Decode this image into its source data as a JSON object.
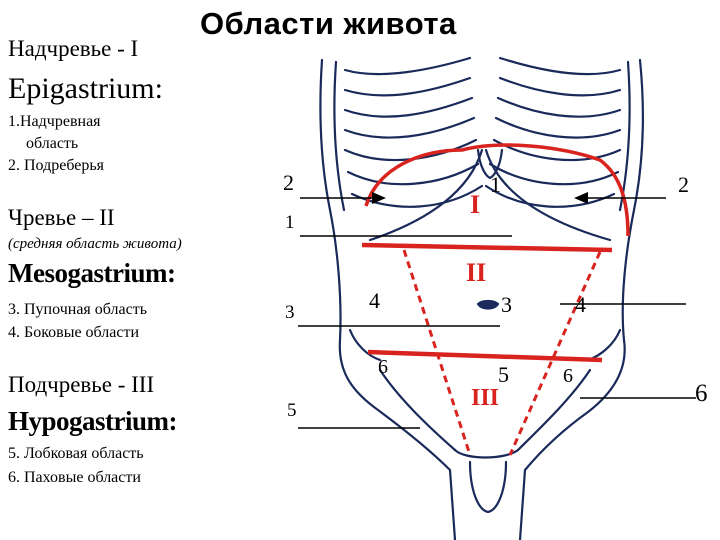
{
  "title": "Области живота",
  "left_panel": {
    "epigastric": {
      "heading": "Надчревье - I",
      "latin": "Epigastrium:",
      "item1_line1": "1.Надчревная",
      "item1_line2": "область",
      "item2": "2. Подреберья"
    },
    "meso": {
      "heading": "Чревье – II",
      "subheading": "(средняя область живота)",
      "latin": "Mesogastrium:",
      "item3": "3. Пупочная  область",
      "item4": "4. Боковые  области"
    },
    "hypo": {
      "heading": "Подчревье - III",
      "latin": "Hypogastrium:",
      "item5": "5. Лобковая область",
      "item6": "6. Паховые  области"
    }
  },
  "diagram_labels": {
    "left_2": "2",
    "left_1": "1",
    "left_3": "3",
    "left_5": "5",
    "roman_I": "I",
    "region_1": "1",
    "right_2": "2",
    "roman_II": "II",
    "region_4_left": "4",
    "region_3": "3",
    "region_4_right": "4",
    "region_6_left": "6",
    "region_5": "5",
    "region_6_right": "6",
    "roman_III": "III",
    "far_right_6": "6"
  },
  "colors": {
    "outline": "#1a2a5a",
    "region_lines": "#d8231e",
    "text": "#000000"
  }
}
